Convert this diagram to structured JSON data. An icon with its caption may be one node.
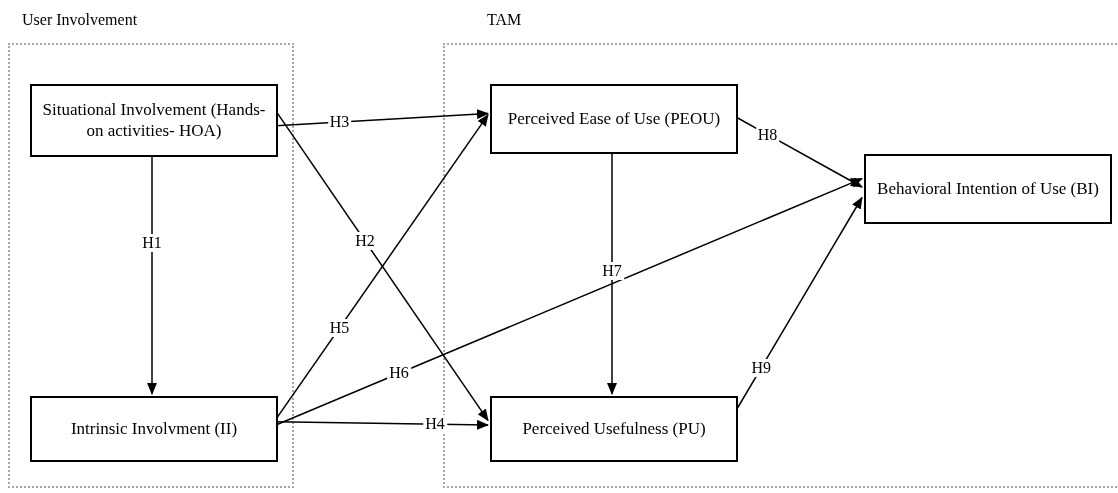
{
  "diagram": {
    "nodes": [
      {
        "text": [
          "User Involvement"
        ]
      },
      {
        "text": [
          "Situational Involvement (Hands-on activities- HOA)"
        ],
        "in": 0
      },
      {
        "text": [
          "Intrinsic Involvment (II)"
        ],
        "in": 0
      },
      {
        "text": [
          "TAM"
        ]
      },
      {
        "text": [
          "Perceived Ease of Use (PEOU)"
        ],
        "in": 3
      },
      {
        "text": [
          "Perceived Usefulness (PU)"
        ],
        "in": 3
      },
      {
        "text": [
          "Behavioral Intention of Use (BI)"
        ],
        "in": 3
      }
    ],
    "edges": [
      {
        "from": 1,
        "to": 2,
        "arrow": "to",
        "label": "H1"
      },
      {
        "from": 1,
        "to": 5,
        "arrow": "to",
        "label": "H2"
      },
      {
        "from": 1,
        "to": 4,
        "arrow": "to",
        "label": "H3"
      },
      {
        "from": 2,
        "to": 5,
        "arrow": "to",
        "label": "H4"
      },
      {
        "from": 2,
        "to": 4,
        "arrow": "to",
        "label": "H5"
      },
      {
        "from": 2,
        "to": 6,
        "arrow": "to",
        "label": "H6"
      },
      {
        "from": 4,
        "to": 5,
        "arrow": "to",
        "label": "H7"
      },
      {
        "from": 4,
        "to": 6,
        "arrow": "to",
        "label": "H8"
      },
      {
        "from": 5,
        "to": 6,
        "arrow": "to",
        "label": "H9"
      }
    ]
  }
}
